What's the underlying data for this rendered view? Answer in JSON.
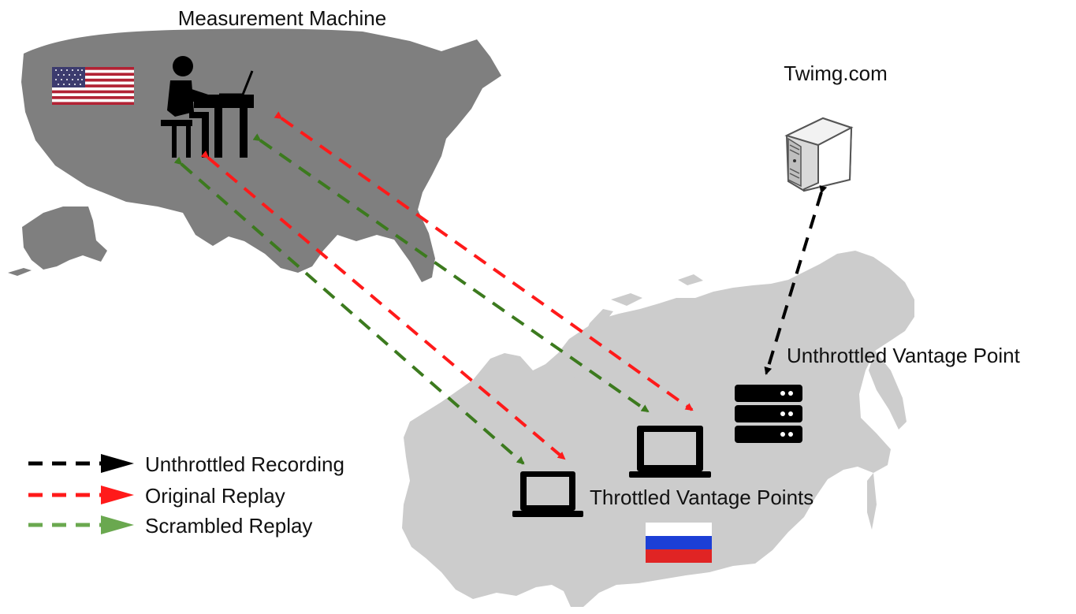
{
  "labels": {
    "measurement_machine": "Measurement Machine",
    "server": "Twimg.com",
    "unthrottled_vp": "Unthrottled Vantage Point",
    "throttled_vps": "Throttled Vantage Points"
  },
  "legend": [
    {
      "label": "Unthrottled Recording",
      "color": "#000000"
    },
    {
      "label": "Original Replay",
      "color": "#ff1a1a"
    },
    {
      "label": "Scrambled Replay",
      "color": "#3c7a1e"
    }
  ],
  "colors": {
    "map_usa": "#7f7f7f",
    "map_russia": "#cccccc",
    "recording": "#000000",
    "original": "#ff1a1a",
    "scrambled": "#3c7a1e",
    "scrambled_legend": "#6aa84f"
  },
  "icons": [
    "us-flag-icon",
    "person-at-desk-icon",
    "server-tower-icon",
    "server-rack-icon",
    "laptop-icon",
    "russia-flag-icon"
  ]
}
